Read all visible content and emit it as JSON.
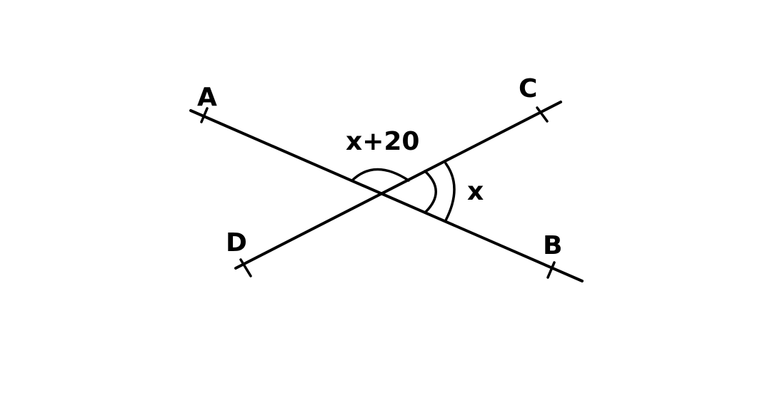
{
  "diagram": {
    "points": {
      "A": "A",
      "B": "B",
      "C": "C",
      "D": "D"
    },
    "angles": {
      "obtuse_label": "x+20",
      "acute_label": "x"
    },
    "colors": {
      "stroke": "#000000",
      "background": "#ffffff"
    }
  }
}
